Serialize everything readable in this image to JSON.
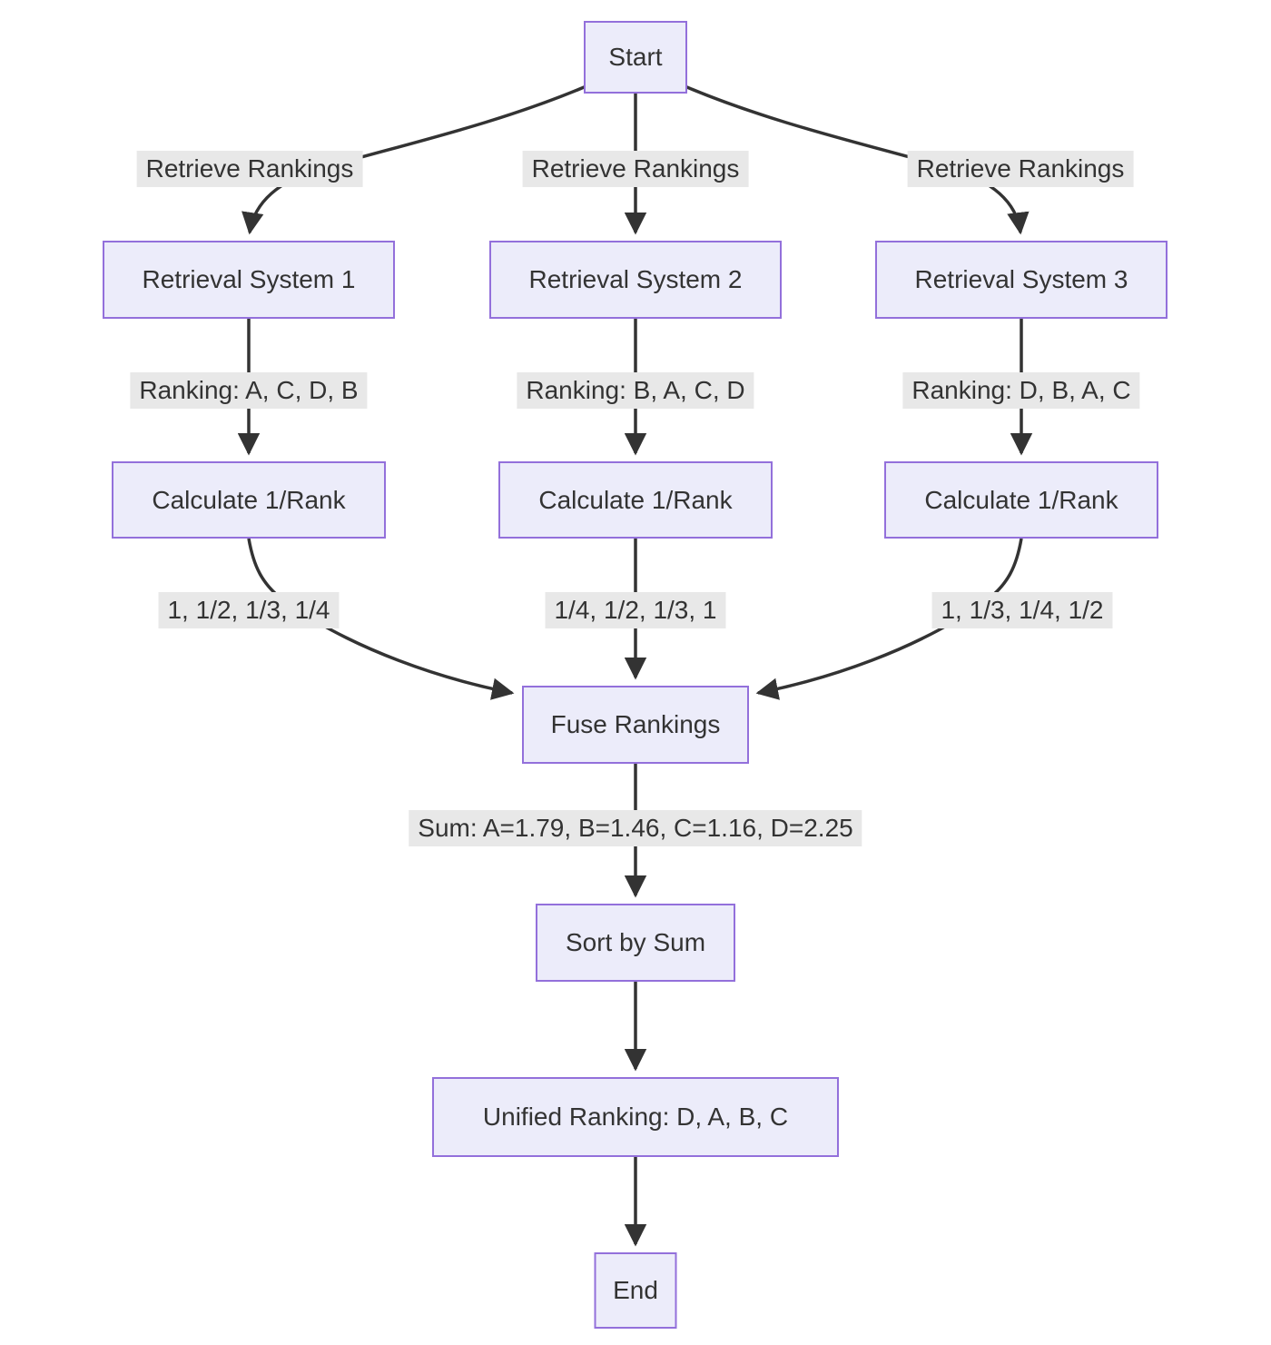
{
  "colors": {
    "node_fill": "#ECECFA",
    "node_border": "#9370DB",
    "edge_label_background": "#E8E8E8",
    "edge_stroke": "#333333",
    "text": "#333333",
    "background": "#FFFFFF"
  },
  "nodes": {
    "start": "Start",
    "retrieval_system_1": "Retrieval System 1",
    "retrieval_system_2": "Retrieval System 2",
    "retrieval_system_3": "Retrieval System 3",
    "calculate_1": "Calculate 1/Rank",
    "calculate_2": "Calculate 1/Rank",
    "calculate_3": "Calculate 1/Rank",
    "fuse": "Fuse Rankings",
    "sort": "Sort by Sum",
    "unified": "Unified Ranking: D, A, B, C",
    "end": "End"
  },
  "edge_labels": {
    "retrieve_1": "Retrieve Rankings",
    "retrieve_2": "Retrieve Rankings",
    "retrieve_3": "Retrieve Rankings",
    "ranking_1": "Ranking: A, C, D, B",
    "ranking_2": "Ranking: B, A, C, D",
    "ranking_3": "Ranking: D, B, A, C",
    "reciprocal_1": "1, 1/2, 1/3, 1/4",
    "reciprocal_2": "1/4, 1/2, 1/3, 1",
    "reciprocal_3": "1, 1/3, 1/4, 1/2",
    "sum": "Sum: A=1.79, B=1.46, C=1.16, D=2.25"
  }
}
